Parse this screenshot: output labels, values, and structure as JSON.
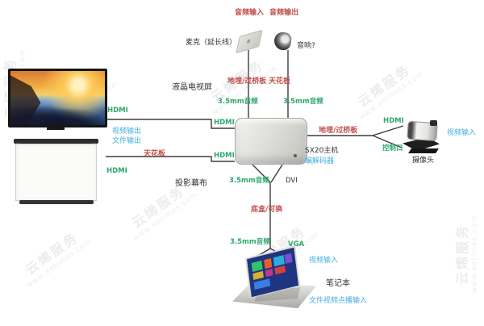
{
  "watermark": {
    "brand": "云烯服务",
    "url": "www.xetimes.com"
  },
  "colors": {
    "label_red": "#c0504d",
    "label_green": "#2fa86d",
    "label_blue": "#45aede",
    "label_black": "#333333",
    "wire": "#3d3d3d"
  },
  "labels": {
    "audio_in_top": "音频输入",
    "audio_out_top": "音频输出",
    "mic": "麦克（延长线）",
    "speaker": "音响?",
    "floor_duct": "地埋/过桥板",
    "ceiling": "天花板",
    "cable_audio": "3.5mm音频",
    "hdmi": "HDMI",
    "tv": "液晶电视屏",
    "tv_out_video": "视频输出",
    "tv_out_file": "文件输出",
    "screen": "投影幕布",
    "host": "SX20主机",
    "host_type": "编解码器",
    "control_port": "控制口",
    "video_in": "视频输入",
    "camera": "摄像头",
    "dvi": "DVI",
    "box_route": "底盒/可换",
    "vga": "VGA",
    "laptop": "笔记本",
    "laptop_vod": "文件视频点播输入"
  }
}
